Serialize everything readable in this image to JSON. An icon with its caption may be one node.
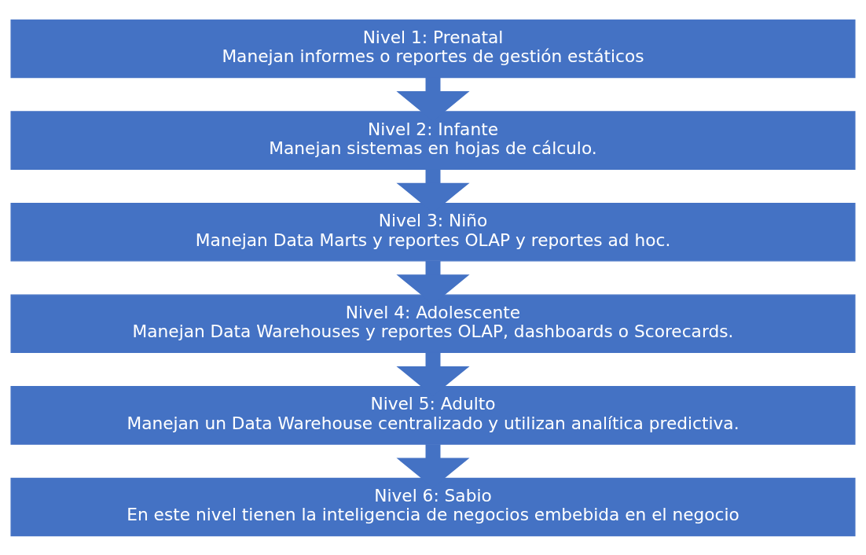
{
  "diagram": {
    "nodes": [
      {
        "text": [
          "Nivel 1: Prenatal",
          "Manejan informes o reportes de gestión estáticos"
        ]
      },
      {
        "text": [
          "Nivel 2: Infante",
          "Manejan sistemas en hojas de cálculo."
        ]
      },
      {
        "text": [
          "Nivel 3: Niño",
          "Manejan Data Marts y reportes OLAP y reportes ad hoc."
        ]
      },
      {
        "text": [
          "Nivel 4: Adolescente",
          "Manejan Data Warehouses y reportes OLAP, dashboards o Scorecards."
        ]
      },
      {
        "text": [
          "Nivel 5: Adulto",
          "Manejan un Data Warehouse centralizado y utilizan analítica predictiva."
        ]
      },
      {
        "text": [
          "Nivel 6: Sabio",
          "En este nivel tienen la inteligencia de negocios embebida en el negocio"
        ]
      }
    ],
    "edges": [
      {
        "from": 0,
        "to": 1,
        "arrow": "to"
      },
      {
        "from": 1,
        "to": 2,
        "arrow": "to"
      },
      {
        "from": 2,
        "to": 3,
        "arrow": "to"
      },
      {
        "from": 3,
        "to": 4,
        "arrow": "to"
      },
      {
        "from": 4,
        "to": 5,
        "arrow": "to"
      }
    ]
  }
}
